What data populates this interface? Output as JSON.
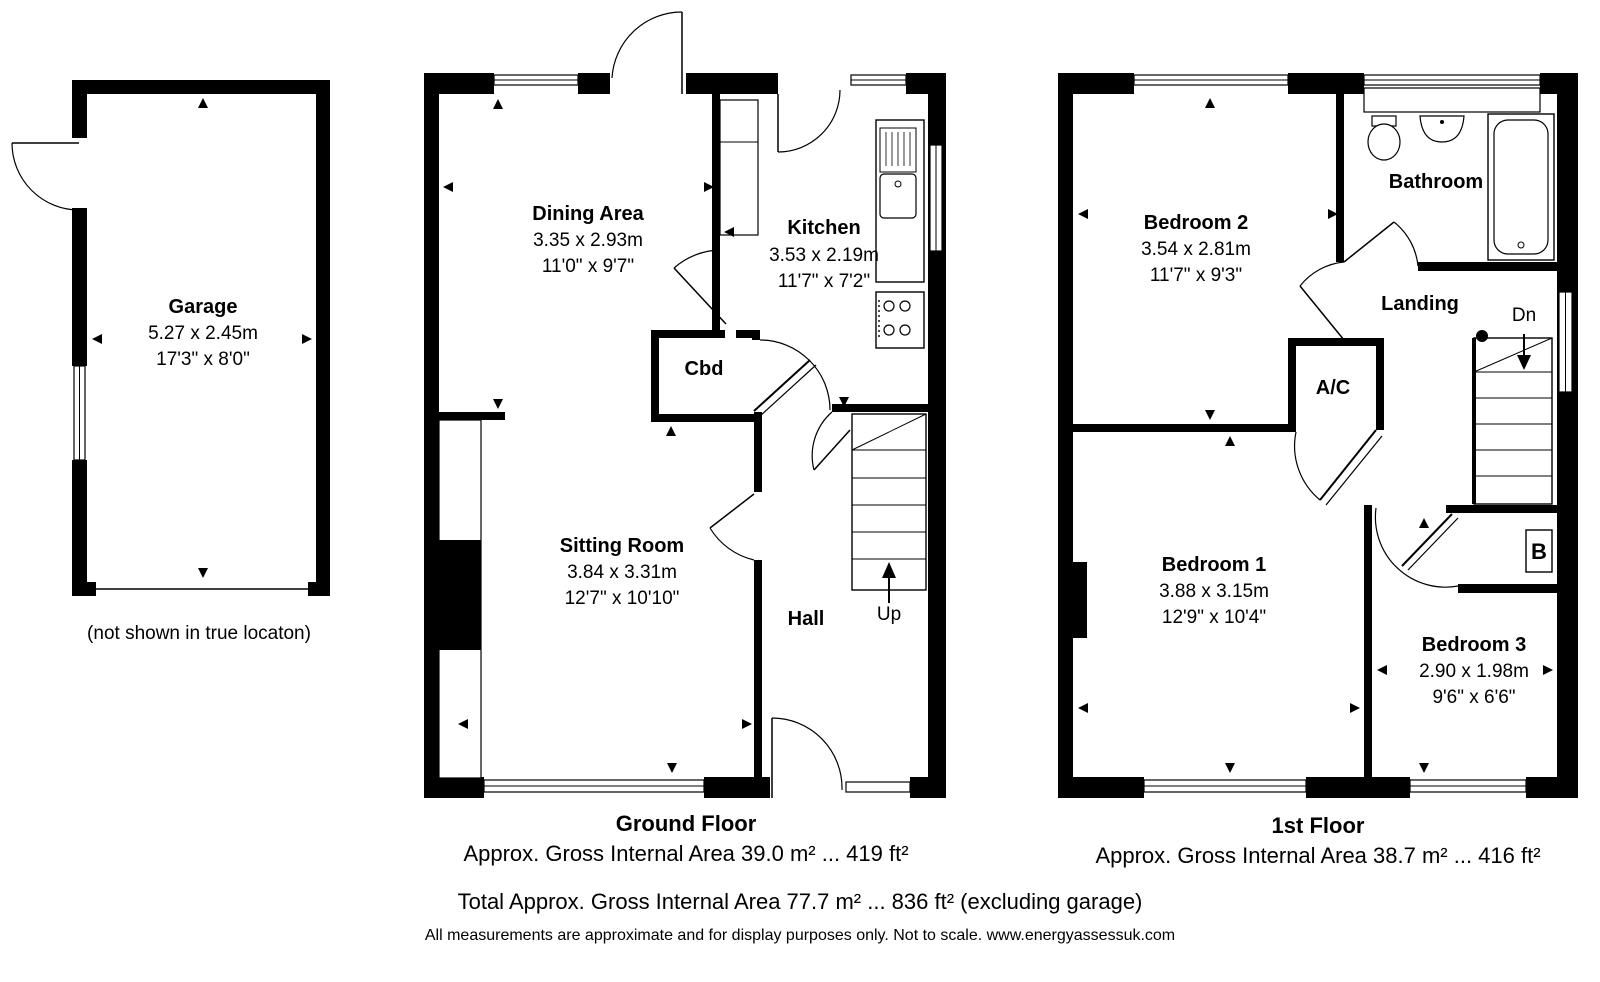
{
  "garage": {
    "name": "Garage",
    "size_m": "5.27 x 2.45m",
    "size_ft": "17'3\" x 8'0\"",
    "note": "(not shown in true locaton)"
  },
  "ground_floor": {
    "label": "Ground Floor",
    "area": "Approx. Gross Internal Area 39.0 m² ... 419 ft²",
    "rooms": {
      "dining": {
        "name": "Dining Area",
        "size_m": "3.35 x 2.93m",
        "size_ft": "11'0\" x 9'7\""
      },
      "kitchen": {
        "name": "Kitchen",
        "size_m": "3.53 x 2.19m",
        "size_ft": "11'7\" x 7'2\""
      },
      "cbd": {
        "name": "Cbd"
      },
      "sitting": {
        "name": "Sitting Room",
        "size_m": "3.84 x 3.31m",
        "size_ft": "12'7\" x 10'10\""
      },
      "hall": {
        "name": "Hall"
      }
    },
    "stairs_label": "Up"
  },
  "first_floor": {
    "label": "1st Floor",
    "area": "Approx. Gross Internal Area 38.7 m² ... 416 ft²",
    "rooms": {
      "bedroom2": {
        "name": "Bedroom 2",
        "size_m": "3.54 x 2.81m",
        "size_ft": "11'7\" x 9'3\""
      },
      "bathroom": {
        "name": "Bathroom"
      },
      "landing": {
        "name": "Landing"
      },
      "ac": {
        "name": "A/C"
      },
      "bedroom1": {
        "name": "Bedroom 1",
        "size_m": "3.88 x 3.15m",
        "size_ft": "12'9\" x 10'4\""
      },
      "bedroom3": {
        "name": "Bedroom 3",
        "size_m": "2.90 x 1.98m",
        "size_ft": "9'6\" x 6'6\""
      }
    },
    "stairs_label": "Dn",
    "boiler_label": "B"
  },
  "total_area": "Total Approx. Gross Internal Area 77.7 m² ... 836 ft² (excluding garage)",
  "disclaimer": "All measurements are approximate and for display purposes only. Not to scale. www.energyassessuk.com"
}
